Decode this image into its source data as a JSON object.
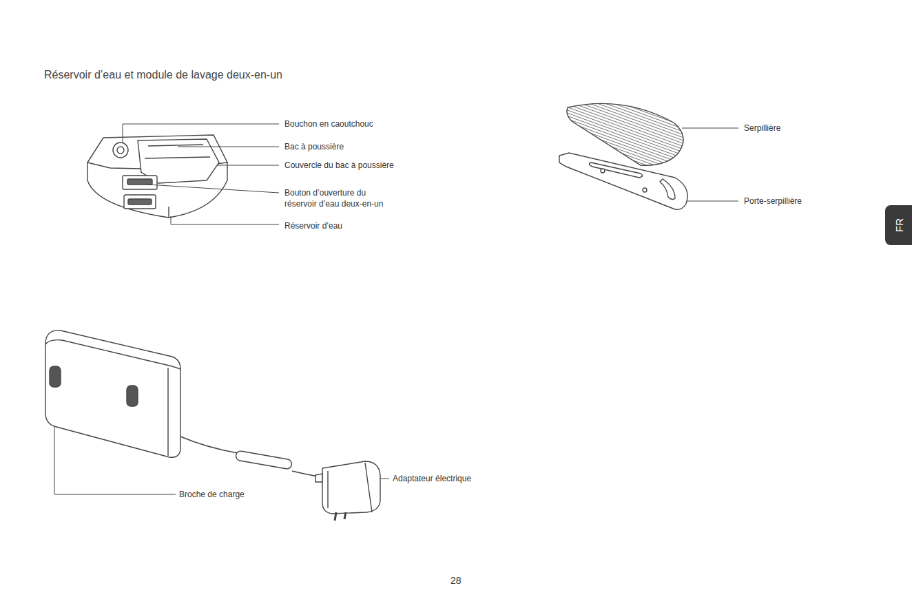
{
  "diagram": {
    "title": "Réservoir d’eau et module de lavage deux-en-un",
    "nodes": [
      {
        "text": [
          "FR"
        ]
      }
    ],
    "labels": [
      "Bouchon en caoutchouc",
      "Bac à poussière",
      "Couvercle du bac à poussière",
      "Bouton d’ouverture du réservoir d’eau deux-en-un",
      "Réservoir d’eau",
      "Serpillière",
      "Porte-serpillière",
      "Adaptateur électrique",
      "Broche de charge",
      "28"
    ]
  }
}
